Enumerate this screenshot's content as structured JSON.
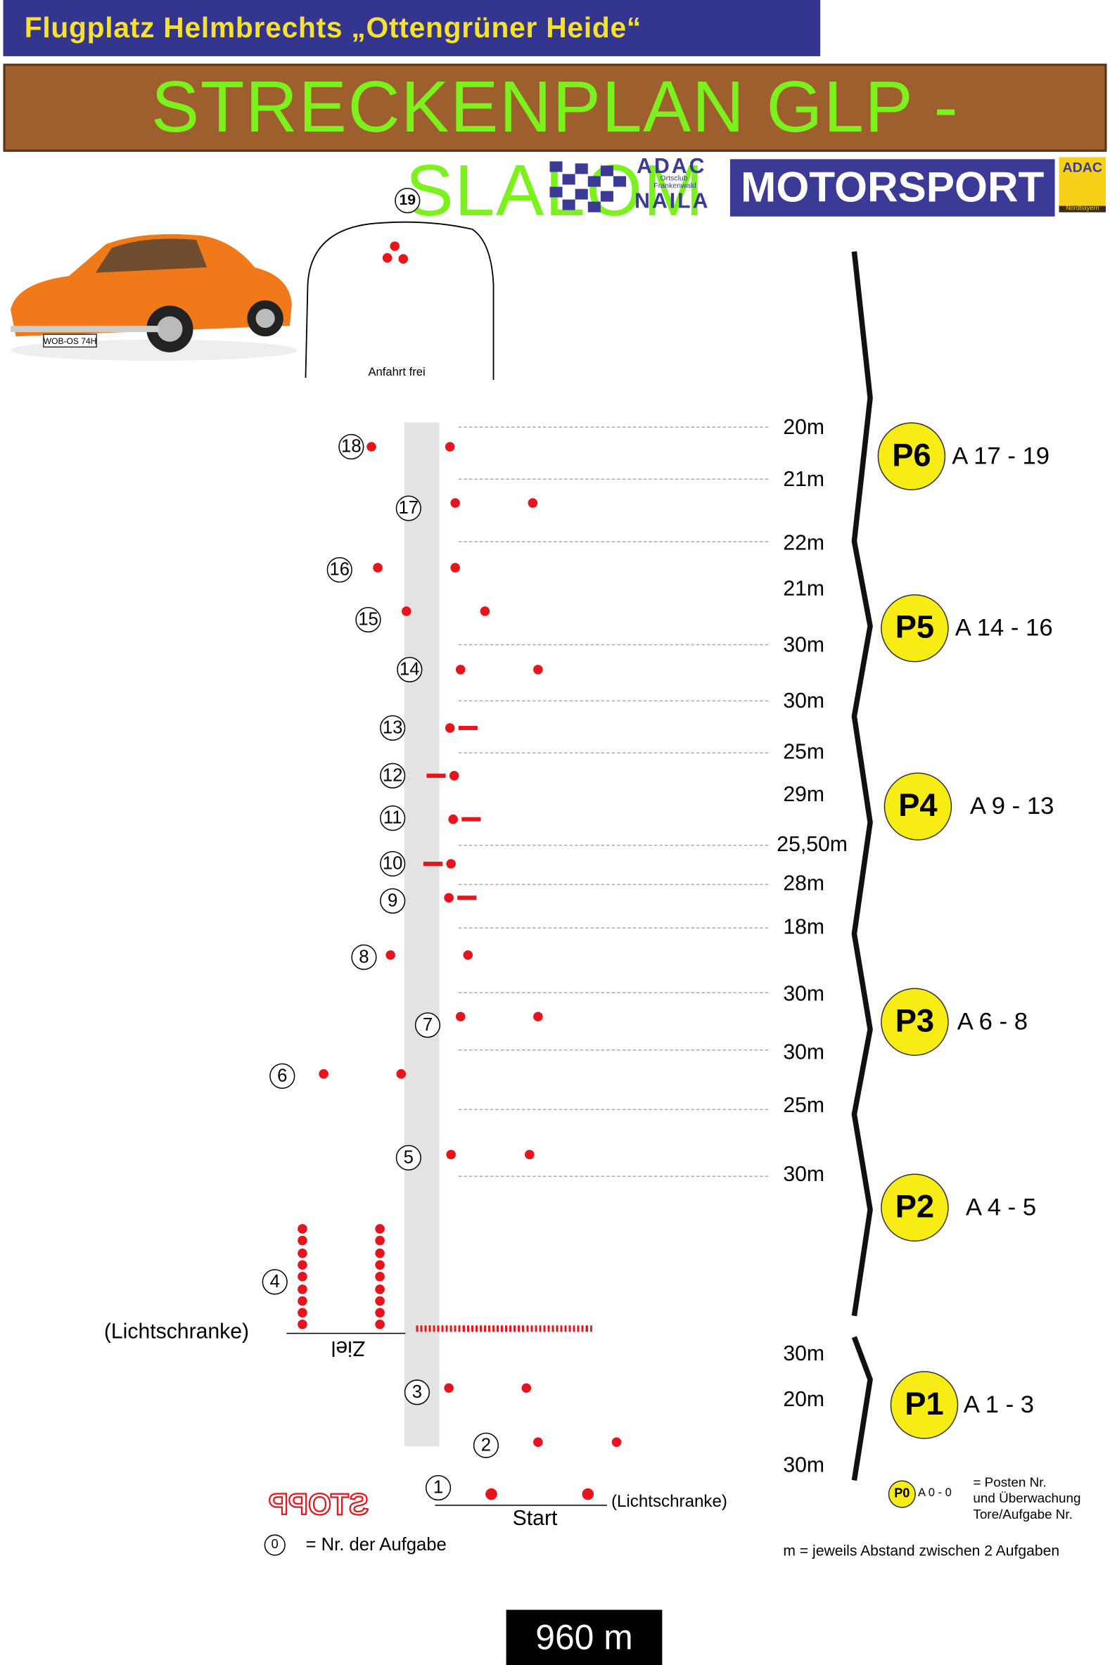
{
  "header": {
    "venue": "Flugplatz Helmbrechts „Ottengrüner Heide“",
    "title": "STRECKENPLAN GLP - SLALOM"
  },
  "logo": {
    "adac": "ADAC",
    "ortsclub": "Ortsclub",
    "frankenwald": "Frankenwald",
    "naila": "NAILA",
    "motorsport": "MOTORSPORT",
    "badge": "ADAC",
    "region": "Nordbayern"
  },
  "car_plate": "WOB-OS 74H",
  "start_area": {
    "task": "19",
    "label": "Anfahrt frei"
  },
  "tasks": [
    "18",
    "17",
    "16",
    "15",
    "14",
    "13",
    "12",
    "11",
    "10",
    "9",
    "8",
    "7",
    "6",
    "5",
    "4",
    "3",
    "2",
    "1"
  ],
  "distances": [
    "20m",
    "21m",
    "22m",
    "21m",
    "30m",
    "30m",
    "25m",
    "29m",
    "25,50m",
    "28m",
    "18m",
    "30m",
    "30m",
    "25m",
    "30m",
    "30m",
    "20m",
    "30m"
  ],
  "posts": [
    {
      "id": "P6",
      "tasks": "A 17 - 19"
    },
    {
      "id": "P5",
      "tasks": "A 14 - 16"
    },
    {
      "id": "P4",
      "tasks": "A 9 - 13"
    },
    {
      "id": "P3",
      "tasks": "A 6 - 8"
    },
    {
      "id": "P2",
      "tasks": "A 4 - 5"
    },
    {
      "id": "P1",
      "tasks": "A 1 - 3"
    }
  ],
  "finish": {
    "light_barrier": "(Lichtschranke)",
    "label": "Ziel"
  },
  "start": {
    "label": "Start",
    "light_barrier": "(Lichtschranke)"
  },
  "stop": "STOPP",
  "legend": {
    "task_symbol": "0",
    "task_text": "= Nr. der Aufgabe",
    "post_symbol": "P0",
    "post_tasks": "A 0 - 0",
    "post_text_1": "= Posten Nr.",
    "post_text_2": "und Überwachung",
    "post_text_3": "Tore/Aufgabe Nr.",
    "distance_note": "m = jeweils Abstand zwischen 2 Aufgaben"
  },
  "total_length": "960 m",
  "colors": {
    "header_bg": "#33358f",
    "header_text": "#f5e12e",
    "banner_bg": "#9c5f2d",
    "banner_text": "#7cf21c",
    "cone": "#e8141b",
    "post": "#f7ec14"
  }
}
